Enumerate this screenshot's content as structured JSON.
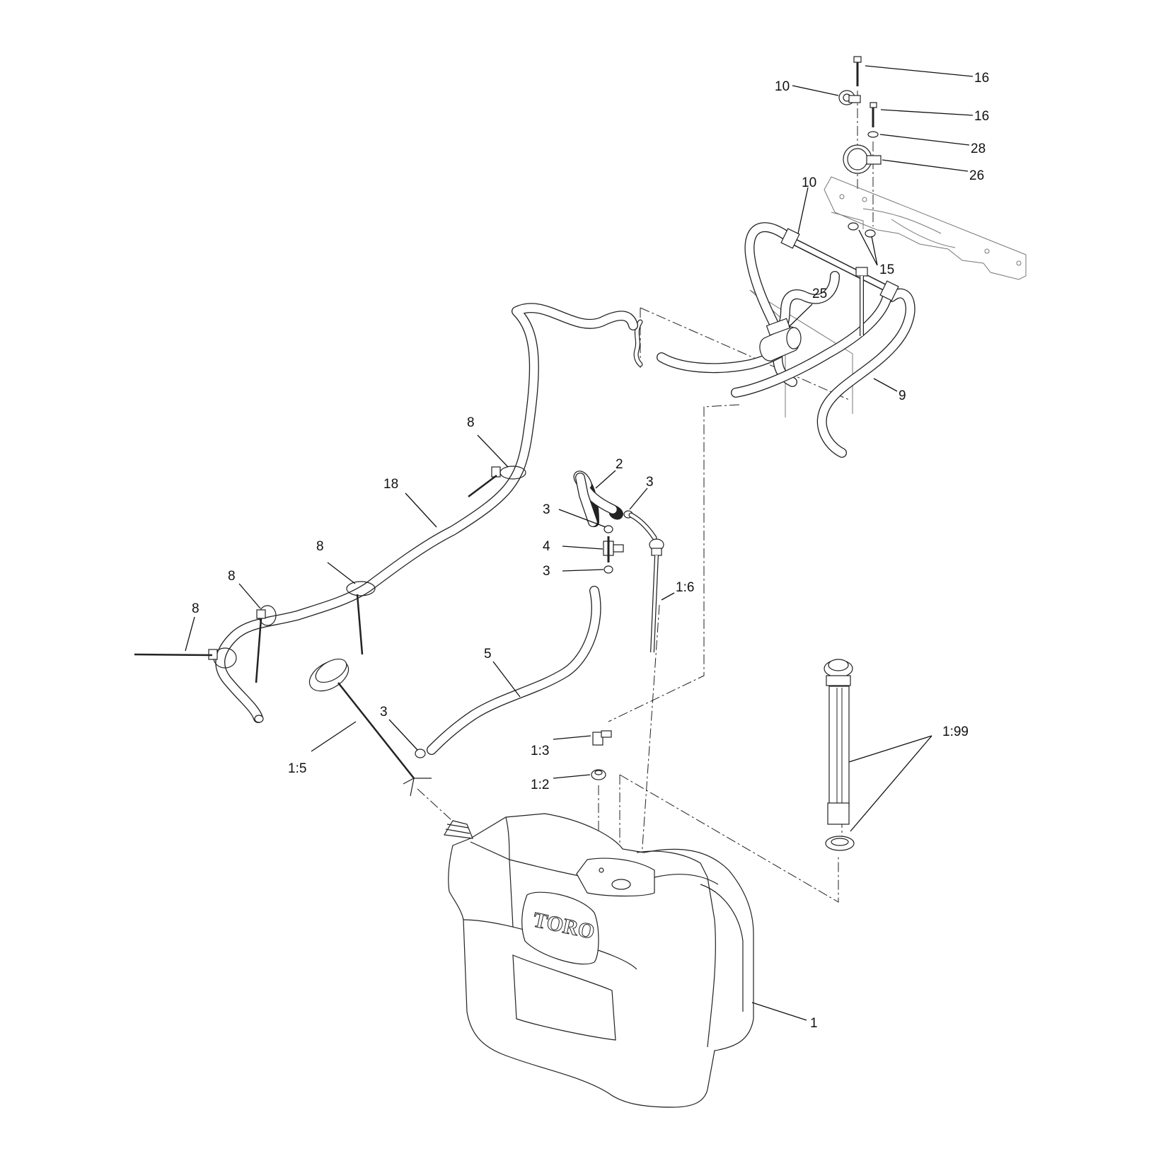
{
  "callouts": [
    {
      "id": "c16a",
      "text": "16"
    },
    {
      "id": "c10a",
      "text": "10"
    },
    {
      "id": "c16b",
      "text": "16"
    },
    {
      "id": "c28",
      "text": "28"
    },
    {
      "id": "c26",
      "text": "26"
    },
    {
      "id": "c10b",
      "text": "10"
    },
    {
      "id": "c15",
      "text": "15"
    },
    {
      "id": "c25",
      "text": "25"
    },
    {
      "id": "c9",
      "text": "9"
    },
    {
      "id": "c8a",
      "text": "8"
    },
    {
      "id": "c18",
      "text": "18"
    },
    {
      "id": "c2",
      "text": "2"
    },
    {
      "id": "c3a",
      "text": "3"
    },
    {
      "id": "c3b",
      "text": "3"
    },
    {
      "id": "c4",
      "text": "4"
    },
    {
      "id": "c3c",
      "text": "3"
    },
    {
      "id": "c8b",
      "text": "8"
    },
    {
      "id": "c8c",
      "text": "8"
    },
    {
      "id": "c8d",
      "text": "8"
    },
    {
      "id": "c16",
      "text": "1:6"
    },
    {
      "id": "c5",
      "text": "5"
    },
    {
      "id": "c3d",
      "text": "3"
    },
    {
      "id": "c15b",
      "text": "1:5"
    },
    {
      "id": "c13",
      "text": "1:3"
    },
    {
      "id": "c12",
      "text": "1:2"
    },
    {
      "id": "c199",
      "text": "1:99"
    },
    {
      "id": "c1",
      "text": "1"
    }
  ],
  "tank_logo": "TORO"
}
